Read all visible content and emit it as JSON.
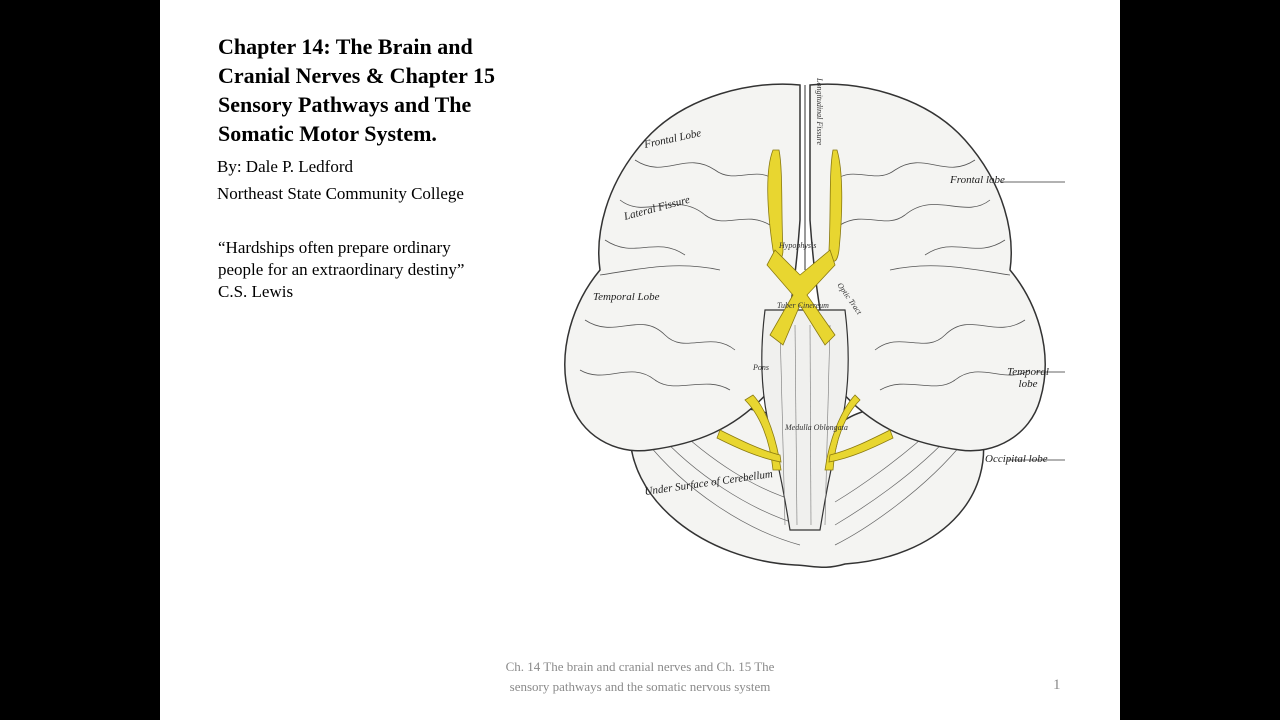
{
  "slide": {
    "title": "Chapter 14: The Brain and Cranial Nerves & Chapter 15 Sensory Pathways and The Somatic Motor System.",
    "byline": "By: Dale P. Ledford",
    "college": "Northeast State Community College",
    "quote_lines": [
      "“Hardships often prepare ordinary",
      "people for an extraordinary destiny”",
      "C.S. Lewis"
    ],
    "footer": "Ch. 14 The brain and cranial nerves and Ch. 15 The sensory pathways and the somatic nervous system",
    "page_number": "1"
  },
  "figure": {
    "labels": {
      "longitudinal_fissure": "Longitudinal Fissure",
      "frontal_lobe_inner": "Frontal Lobe",
      "frontal_lobe": "Frontal lobe",
      "lateral_fissure": "Lateral Fissure",
      "temporal_lobe_inner": "Temporal Lobe",
      "temporal_lobe": "Temporal lobe",
      "occipital_lobe": "Occipital lobe",
      "medulla_oblongata": "Medulla Oblongata",
      "pons": "Pons",
      "under_surface_cerebellum": "Under Surface of Cerebellum",
      "hypophysis": "Hypophysis",
      "optic_tract": "Optic Tract",
      "tuber_cinereum": "Tuber Cinereum"
    },
    "colors": {
      "nerve": "#e8d630",
      "outline": "#333333",
      "tissue": "#f4f4f2"
    }
  }
}
